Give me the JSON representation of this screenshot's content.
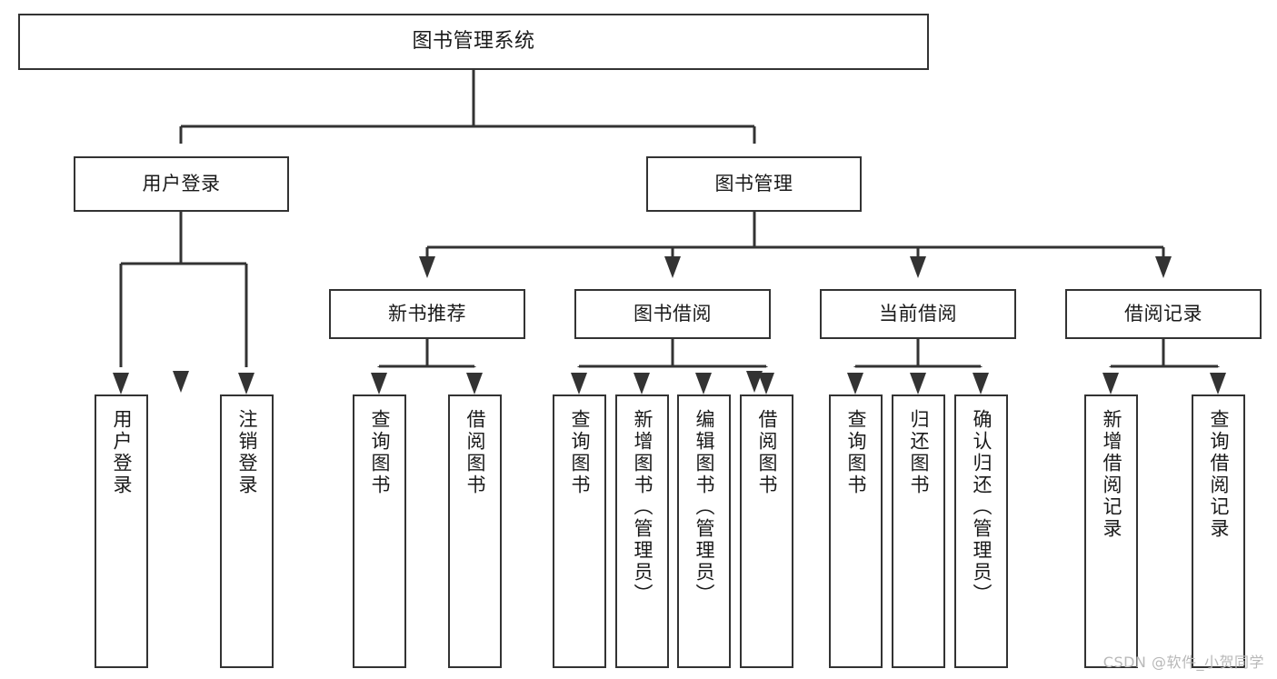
{
  "diagram": {
    "title": "图书管理系统",
    "watermark": "CSDN @软件_小贺同学",
    "colors": {
      "box_stroke": "#333333",
      "box_fill": "#ffffff",
      "connector": "#333333",
      "text": "#1a1a1a",
      "watermark": "#b8b8b8",
      "background": "#ffffff"
    },
    "nodes": {
      "root": {
        "label": "图书管理系统"
      },
      "level2": [
        {
          "id": "user-login",
          "label": "用户登录"
        },
        {
          "id": "book-manage",
          "label": "图书管理"
        }
      ],
      "level3": [
        {
          "id": "new-book-recommend",
          "label": "新书推荐"
        },
        {
          "id": "book-borrow",
          "label": "图书借阅"
        },
        {
          "id": "current-borrow",
          "label": "当前借阅"
        },
        {
          "id": "borrow-record",
          "label": "借阅记录"
        }
      ],
      "leaves": [
        {
          "id": "leaf-user-login",
          "label": "用户登录",
          "parent": "user-login"
        },
        {
          "id": "leaf-logout",
          "label": "注销登录",
          "parent": "user-login"
        },
        {
          "id": "leaf-query-book-1",
          "label": "查询图书",
          "parent": "new-book-recommend"
        },
        {
          "id": "leaf-borrow-book-1",
          "label": "借阅图书",
          "parent": "new-book-recommend"
        },
        {
          "id": "leaf-query-book-2",
          "label": "查询图书",
          "parent": "book-borrow"
        },
        {
          "id": "leaf-add-book",
          "label": "新增图书（管理员）",
          "parent": "book-borrow"
        },
        {
          "id": "leaf-edit-book",
          "label": "编辑图书（管理员）",
          "parent": "book-borrow"
        },
        {
          "id": "leaf-borrow-book-2",
          "label": "借阅图书",
          "parent": "book-borrow"
        },
        {
          "id": "leaf-query-book-3",
          "label": "查询图书",
          "parent": "current-borrow"
        },
        {
          "id": "leaf-return-book",
          "label": "归还图书",
          "parent": "current-borrow"
        },
        {
          "id": "leaf-confirm-return",
          "label": "确认归还（管理员）",
          "parent": "current-borrow"
        },
        {
          "id": "leaf-add-record",
          "label": "新增借阅记录",
          "parent": "borrow-record"
        },
        {
          "id": "leaf-query-record",
          "label": "查询借阅记录",
          "parent": "borrow-record"
        }
      ]
    }
  }
}
